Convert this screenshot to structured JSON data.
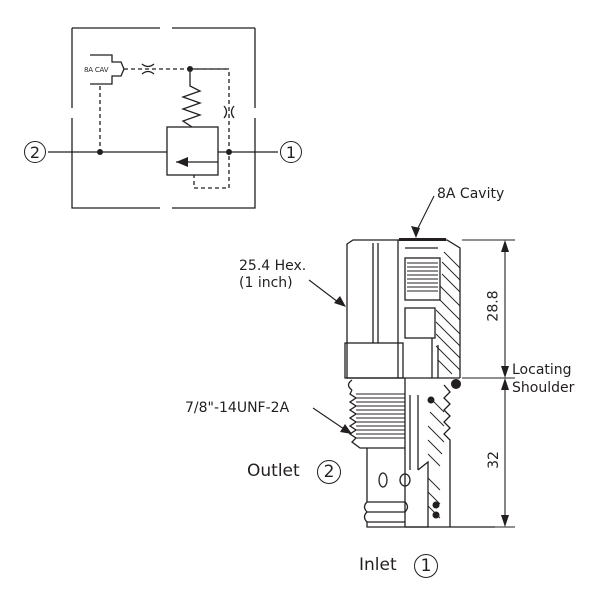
{
  "schematic": {
    "cavity_tag": "8A CAV",
    "port_left": "2",
    "port_right": "1"
  },
  "cartridge": {
    "cavity_label": "8A Cavity",
    "hex_label_line1": "25.4 Hex.",
    "hex_label_line2": "(1 inch)",
    "thread_label": "7/8\"-14UNF-2A",
    "outlet_label": "Outlet",
    "outlet_port": "2",
    "inlet_label": "Inlet",
    "inlet_port": "1",
    "dim_upper": "28.8",
    "dim_lower": "32",
    "shoulder_label_line1": "Locating",
    "shoulder_label_line2": "Shoulder"
  },
  "colors": {
    "line": "#231f20",
    "background": "#ffffff"
  }
}
